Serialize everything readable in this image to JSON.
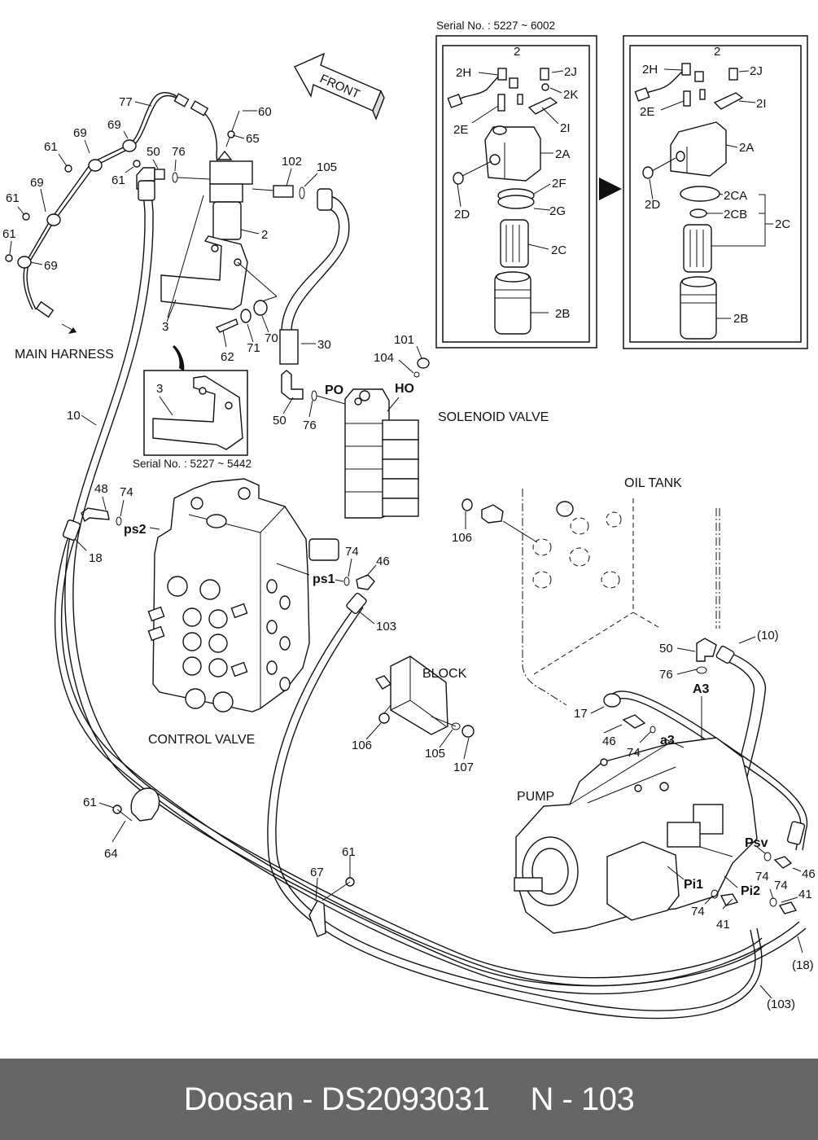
{
  "footer": {
    "brand_part": "Doosan - DS2093031",
    "page": "N - 103"
  },
  "captions": {
    "front": "FRONT",
    "main_harness": "MAIN HARNESS",
    "solenoid_valve": "SOLENOID VALVE",
    "oil_tank": "OIL TANK",
    "control_valve": "CONTROL VALVE",
    "block": "BLOCK",
    "pump": "PUMP"
  },
  "inset_filter": {
    "serial": "Serial No. : 5227 ~ 6002",
    "old": {
      "title": "2",
      "labels": [
        "2H",
        "2J",
        "2K",
        "2E",
        "2I",
        "2A",
        "2F",
        "2G",
        "2D",
        "2C",
        "2B"
      ]
    },
    "new": {
      "title": "2",
      "labels": [
        "2H",
        "2J",
        "2E",
        "2I",
        "2A",
        "2CA",
        "2CB",
        "2C",
        "2D",
        "2B"
      ]
    }
  },
  "inset_bracket": {
    "serial": "Serial No. : 5227 ~ 5442",
    "label": "3"
  },
  "port_labels": {
    "po": "PO",
    "ho": "HO",
    "ps1": "ps1",
    "ps2": "ps2",
    "a3_upper": "A3",
    "a3_lower": "a3",
    "psv": "Psv",
    "pi1": "Pi1",
    "pi2": "Pi2"
  },
  "part_numbers": {
    "p77": "77",
    "p60": "60",
    "p65": "65",
    "p69a": "69",
    "p69b": "69",
    "p69c": "69",
    "p69d": "69",
    "p61a": "61",
    "p61b": "61",
    "p61c": "61",
    "p61d": "61",
    "p61e": "61",
    "p61f": "61",
    "p50a": "50",
    "p76a": "76",
    "p102": "102",
    "p105a": "105",
    "p2": "2",
    "p3": "3",
    "p62": "62",
    "p71": "71",
    "p70": "70",
    "p30": "30",
    "p101": "101",
    "p104": "104",
    "p50b": "50",
    "p76b": "76",
    "p10": "10",
    "p48": "48",
    "p74a": "74",
    "p18": "18",
    "p74b": "74",
    "p46a": "46",
    "p103": "103",
    "p106a": "106",
    "p50c": "50",
    "p76c": "76",
    "p10ref": "(10)",
    "p17": "17",
    "p46b": "46",
    "p74c": "74",
    "p106b": "106",
    "p105b": "105",
    "p107": "107",
    "p64": "64",
    "p67": "67",
    "p74d": "74",
    "p46c": "46",
    "p74e": "74",
    "p41a": "41",
    "p74f": "74",
    "p41b": "41",
    "p18ref": "(18)",
    "p103ref": "(103)"
  }
}
